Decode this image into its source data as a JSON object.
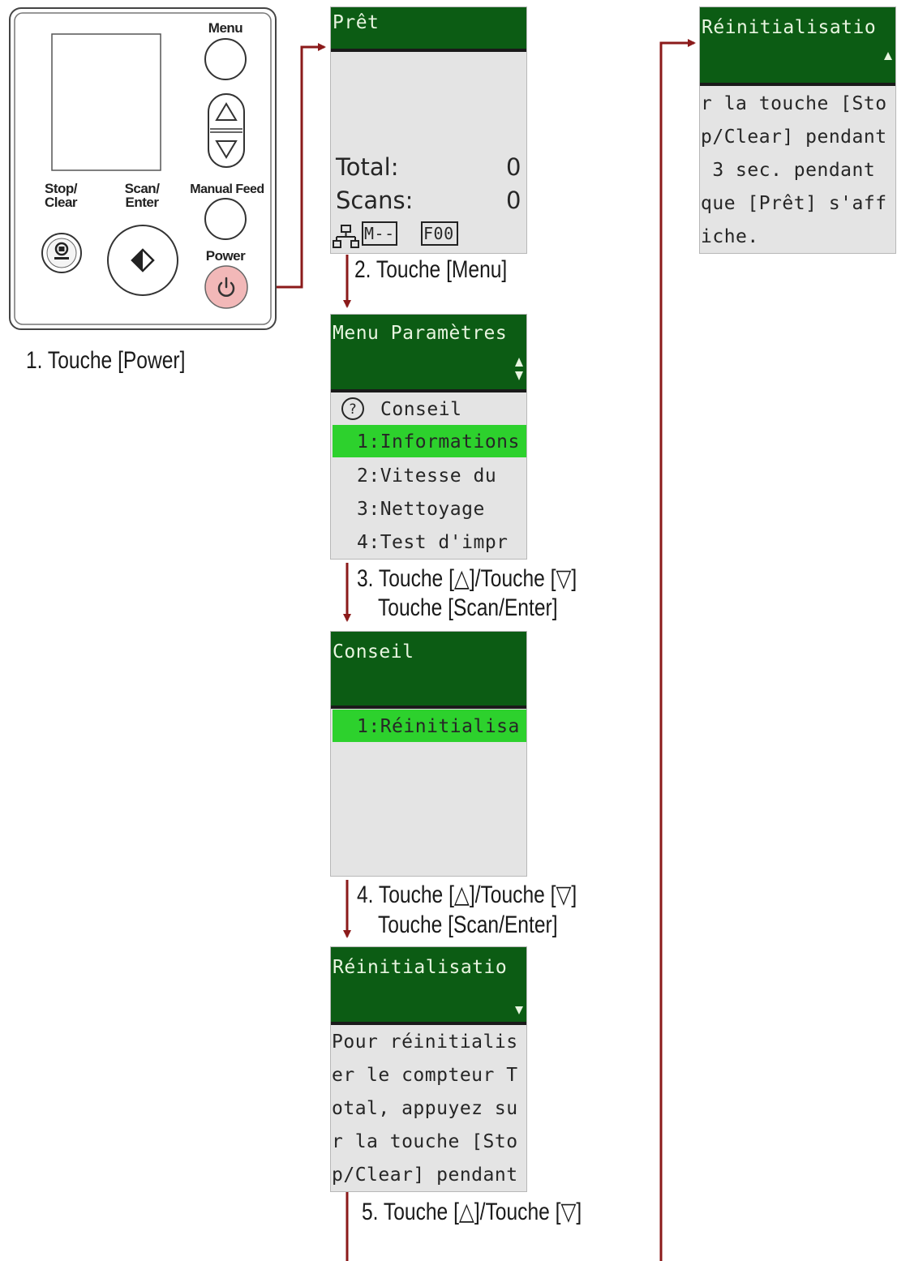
{
  "panel": {
    "menu_label": "Menu",
    "stop_label_1": "Stop/",
    "stop_label_2": "Clear",
    "scan_label_1": "Scan/",
    "scan_label_2": "Enter",
    "manual_feed_label": "Manual Feed",
    "power_label": "Power"
  },
  "steps": [
    "1. Touche [Power]",
    "2. Touche [Menu]",
    "3. Touche [△]/Touche [▽]",
    "Touche [Scan/Enter]",
    "4. Touche [△]/Touche [▽]",
    "Touche [Scan/Enter]",
    "5. Touche [△]/Touche [▽]"
  ],
  "screens": {
    "ready": {
      "title": "Prêt",
      "total_label": "Total:",
      "total_value": "0",
      "scans_label": "Scans:",
      "scans_value": "0",
      "mode_box": "M--",
      "code_box": "F00"
    },
    "menu": {
      "title": "Menu Paramètres",
      "help_label": "Conseil",
      "items": [
        "1:Informations",
        "2:Vitesse du",
        "3:Nettoyage",
        "4:Test d'impr"
      ]
    },
    "conseil": {
      "title": "Conseil",
      "items": [
        "1:Réinitialisa"
      ]
    },
    "reset1": {
      "title": "Réinitialisatio",
      "lines": [
        "Pour réinitialis",
        "er le compteur T",
        "otal, appuyez su",
        "r la touche [Sto",
        "p/Clear] pendant"
      ]
    },
    "reset2": {
      "title": "Réinitialisatio",
      "lines": [
        "r la touche [Sto",
        "p/Clear] pendant",
        " 3 sec. pendant",
        "que [Prêt] s'aff",
        "iche."
      ]
    }
  },
  "colors": {
    "lcd_header": "#0c5c14",
    "lcd_body": "#e4e4e4",
    "selection": "#2dd12d",
    "arrow": "#8b1a1a",
    "power_button": "#f2b8b8"
  }
}
